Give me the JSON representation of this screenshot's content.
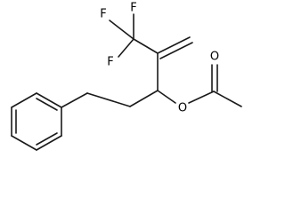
{
  "structure": {
    "atoms": {
      "f1": "F",
      "f2": "F",
      "f3": "F",
      "o_ester": "O",
      "o_carbonyl": "O"
    }
  },
  "colors": {
    "bond": "#1a1a1a",
    "label": "#000000",
    "background": "#ffffff"
  }
}
